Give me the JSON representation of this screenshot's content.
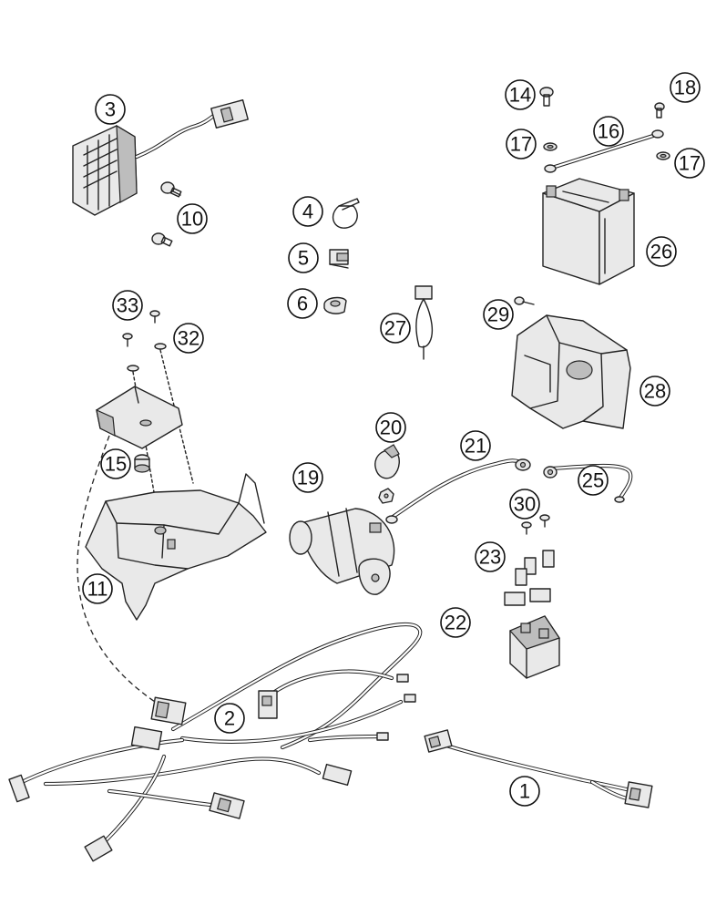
{
  "callouts": [
    {
      "id": "c1",
      "label": "1"
    },
    {
      "id": "c2",
      "label": "2"
    },
    {
      "id": "c3",
      "label": "3"
    },
    {
      "id": "c4",
      "label": "4"
    },
    {
      "id": "c5",
      "label": "5"
    },
    {
      "id": "c6",
      "label": "6"
    },
    {
      "id": "c10",
      "label": "10"
    },
    {
      "id": "c11",
      "label": "11"
    },
    {
      "id": "c14",
      "label": "14"
    },
    {
      "id": "c15",
      "label": "15"
    },
    {
      "id": "c16",
      "label": "16"
    },
    {
      "id": "c17a",
      "label": "17"
    },
    {
      "id": "c17b",
      "label": "17"
    },
    {
      "id": "c18",
      "label": "18"
    },
    {
      "id": "c19",
      "label": "19"
    },
    {
      "id": "c20",
      "label": "20"
    },
    {
      "id": "c21",
      "label": "21"
    },
    {
      "id": "c22",
      "label": "22"
    },
    {
      "id": "c23",
      "label": "23"
    },
    {
      "id": "c25",
      "label": "25"
    },
    {
      "id": "c26",
      "label": "26"
    },
    {
      "id": "c27",
      "label": "27"
    },
    {
      "id": "c28",
      "label": "28"
    },
    {
      "id": "c29",
      "label": "29"
    },
    {
      "id": "c30",
      "label": "30"
    },
    {
      "id": "c32",
      "label": "32"
    },
    {
      "id": "c33",
      "label": "33"
    }
  ]
}
